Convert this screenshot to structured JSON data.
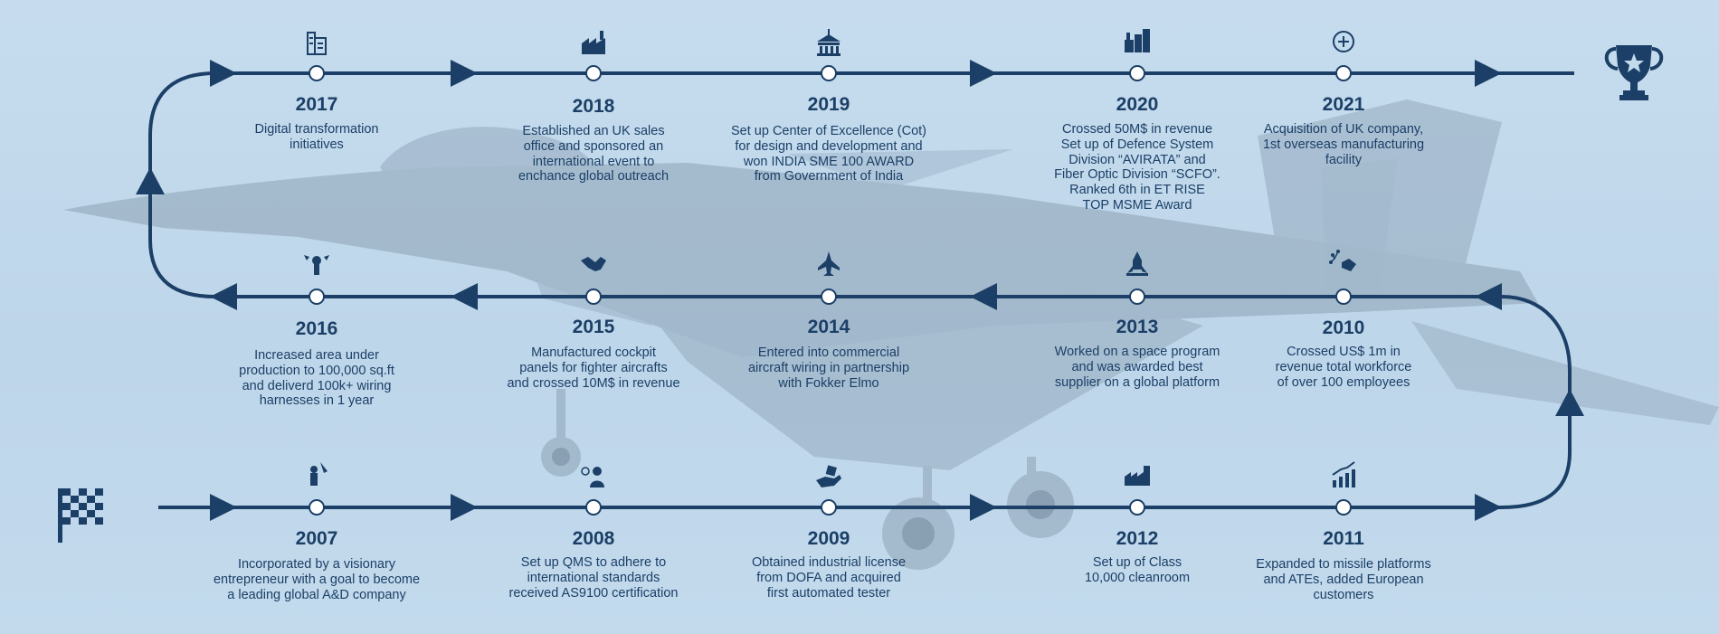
{
  "milestones": [
    {
      "year": "2017",
      "text": "Digital transformation\ninitiatives",
      "icon": "buildings-icon"
    },
    {
      "year": "2018",
      "text": "Established an UK sales\noffice and sponsored an\ninternational event to\nenchance global outreach",
      "icon": "factory-icon"
    },
    {
      "year": "2019",
      "text": "Set up Center of Excellence (Cot)\nfor design and development and\nwon INDIA SME 100 AWARD\nfrom Government of India",
      "icon": "government-building-icon"
    },
    {
      "year": "2020",
      "text": "Crossed 50M$ in revenue\nSet up of Defence System\nDivision “AVIRATA” and\nFiber Optic Division “SCFO”.\nRanked 6th in ET RISE\nTOP MSME Award",
      "icon": "industry-icon"
    },
    {
      "year": "2021",
      "text": "Acquisition of UK company,\n1st overseas manufacturing\nfacility",
      "icon": "plus-circle-icon"
    },
    {
      "year": "2016",
      "text": "Increased area under\nproduction to 100,000 sq.ft\nand deliverd 100k+ wiring\nharnesses in 1 year",
      "icon": "growth-person-icon"
    },
    {
      "year": "2015",
      "text": "Manufactured cockpit\npanels for fighter aircrafts\nand crossed 10M$ in revenue",
      "icon": "handshake-icon"
    },
    {
      "year": "2014",
      "text": "Entered into commercial\naircraft wiring in partnership\nwith Fokker Elmo",
      "icon": "jet-icon"
    },
    {
      "year": "2013",
      "text": "Worked on a space program\nand was awarded best\nsupplier on a global platform",
      "icon": "rocket-icon"
    },
    {
      "year": "2010",
      "text": "Crossed US$ 1m in\nrevenue total workforce\nof over 100 employees",
      "icon": "network-handshake-icon"
    },
    {
      "year": "2007",
      "text": "Incorporated by a visionary\nentrepreneur with a goal to become\na leading global A&D company",
      "icon": "visionary-person-icon"
    },
    {
      "year": "2008",
      "text": "Set up QMS to adhere to\ninternational standards\nreceived AS9100 certification",
      "icon": "certified-person-icon"
    },
    {
      "year": "2009",
      "text": "Obtained industrial license\nfrom DOFA and acquired\nfirst automated tester",
      "icon": "license-hand-icon"
    },
    {
      "year": "2012",
      "text": "Set up of Class\n10,000 cleanroom",
      "icon": "cleanroom-factory-icon"
    },
    {
      "year": "2011",
      "text": "Expanded to missile platforms\nand ATEs, added European\ncustomers",
      "icon": "growth-chart-icon"
    }
  ],
  "start_icon": "checkered-flag-icon",
  "end_icon": "trophy-icon",
  "colors": {
    "line": "#1b3f66",
    "node_fill": "#ffffff",
    "background": "#c3daed",
    "jet": "#7c8fa3"
  }
}
